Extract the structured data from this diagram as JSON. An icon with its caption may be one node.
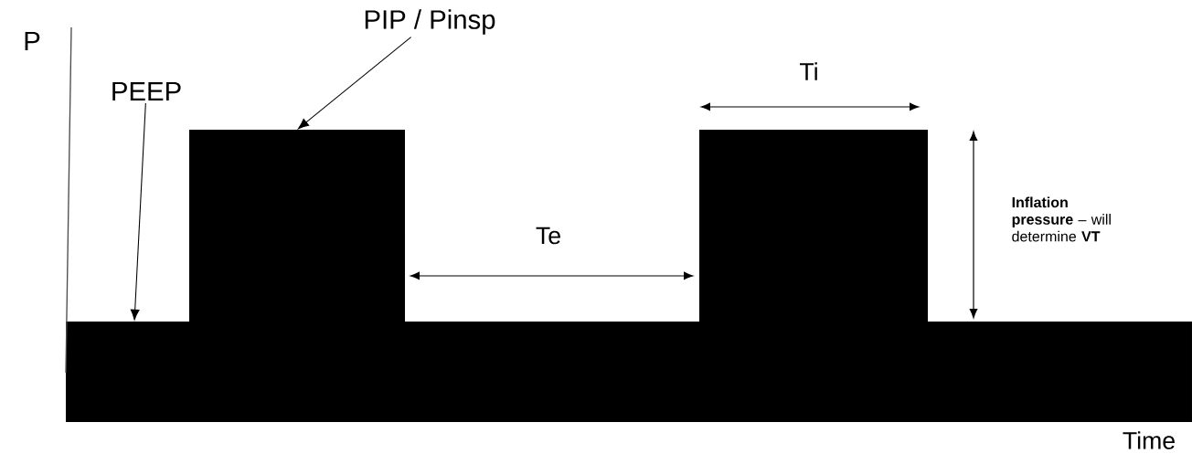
{
  "diagram": {
    "nodes": [
      {
        "text": [
          "PEEP"
        ]
      },
      {
        "text": [
          "PIP / Pinsp"
        ]
      }
    ],
    "edges": [
      {
        "from": 0,
        "to": null,
        "arrow": "to"
      },
      {
        "from": 1,
        "to": null,
        "arrow": "to"
      }
    ],
    "labels": [
      "P",
      "Ti",
      "Te",
      "**Inflation pressure** – will determine **VT**",
      "Time"
    ]
  }
}
